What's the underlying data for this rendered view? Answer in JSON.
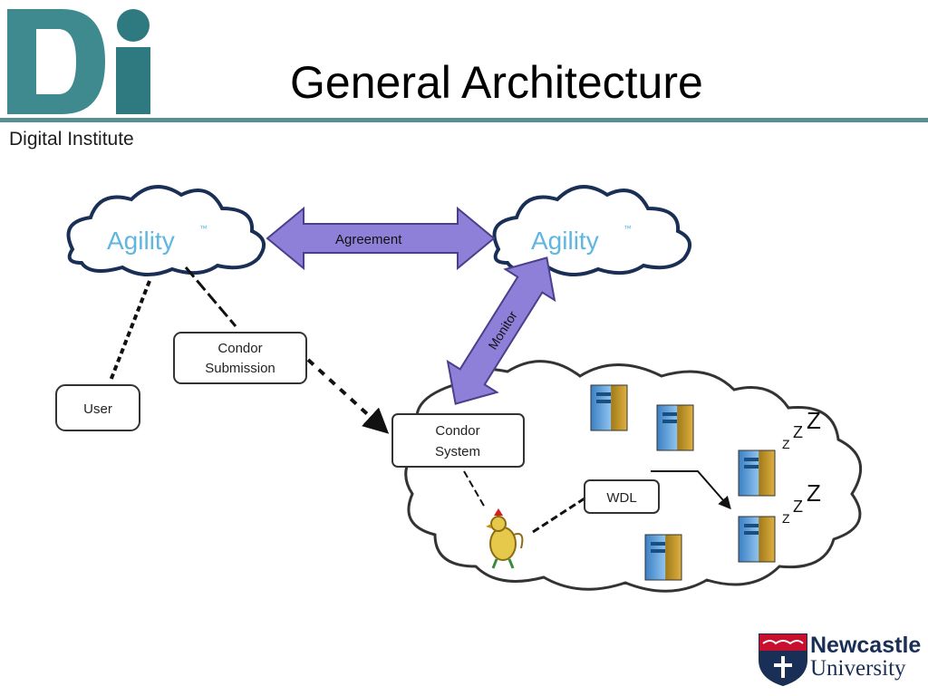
{
  "header": {
    "logo_text": "Di",
    "logo_subtitle": "Digital Institute",
    "title": "General Architecture"
  },
  "diagram": {
    "agility_left": "Agility",
    "agility_right": "Agility",
    "trademark": "™",
    "agreement": "Agreement",
    "monitor": "Monitor",
    "condor_submission_line1": "Condor",
    "condor_submission_line2": "Submission",
    "user": "User",
    "condor_system_line1": "Condor",
    "condor_system_line2": "System",
    "wdl": "WDL",
    "sleep_mark": "Z"
  },
  "footer": {
    "university_line1": "Newcastle",
    "university_line2": "University"
  },
  "colors": {
    "teal": "#3e8a8f",
    "rule": "#5a8f92",
    "arrow_purple": "#8e80d8",
    "agility_blue": "#5fb6e0",
    "navy": "#1a2f55",
    "red": "#c8102e"
  }
}
